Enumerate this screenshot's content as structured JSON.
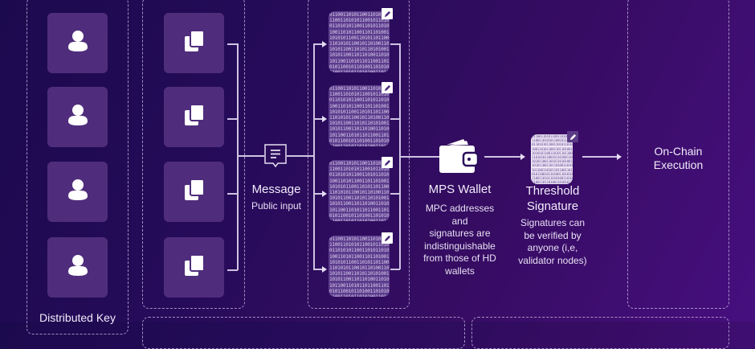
{
  "columns": {
    "participants": {
      "label": "Distributed Key",
      "count": 4,
      "icon": "user-icon"
    },
    "shares": {
      "count": 4,
      "icon": "copy-icon"
    },
    "message": {
      "title": "Message",
      "subtitle": "Public input",
      "icon": "message-icon"
    },
    "partial_signatures": {
      "count": 4,
      "icon": "binary-block-icon",
      "badge_icon": "pencil-icon"
    },
    "wallet": {
      "title": "MPS Wallet",
      "description_lines": [
        "MPC addresses",
        "and",
        "signatures are",
        "indistinguishable",
        "from those of HD",
        "wallets"
      ],
      "icon": "wallet-icon"
    },
    "threshold": {
      "title_lines": [
        "Threshold",
        "Signature"
      ],
      "description_lines": [
        "Signatures can",
        "be verified by",
        "anyone (i,e,",
        "validator nodes)"
      ],
      "icon": "binary-block-icon",
      "badge_icon": "pencil-icon"
    },
    "execution": {
      "title_lines": [
        "On-Chain",
        "Execution"
      ]
    }
  },
  "binary_text": "0110011010110011010110110011010101100101101001101010110011010110101001101011001101101001101010110011010110110011010101100101101001101010110011010110101001101011001101101001101010110011010110110011010101100101101001101010110011010110101001101011001101101001101010110011010110110011010101100101101001101010110011010110101001101011001101101001101010110011010110110011010101100101101001101010110011010110",
  "colors": {
    "background_start": "#1c0a4e",
    "background_end": "#460f7e",
    "tile": "#4f2d7c",
    "line": "#cfc3e3"
  }
}
